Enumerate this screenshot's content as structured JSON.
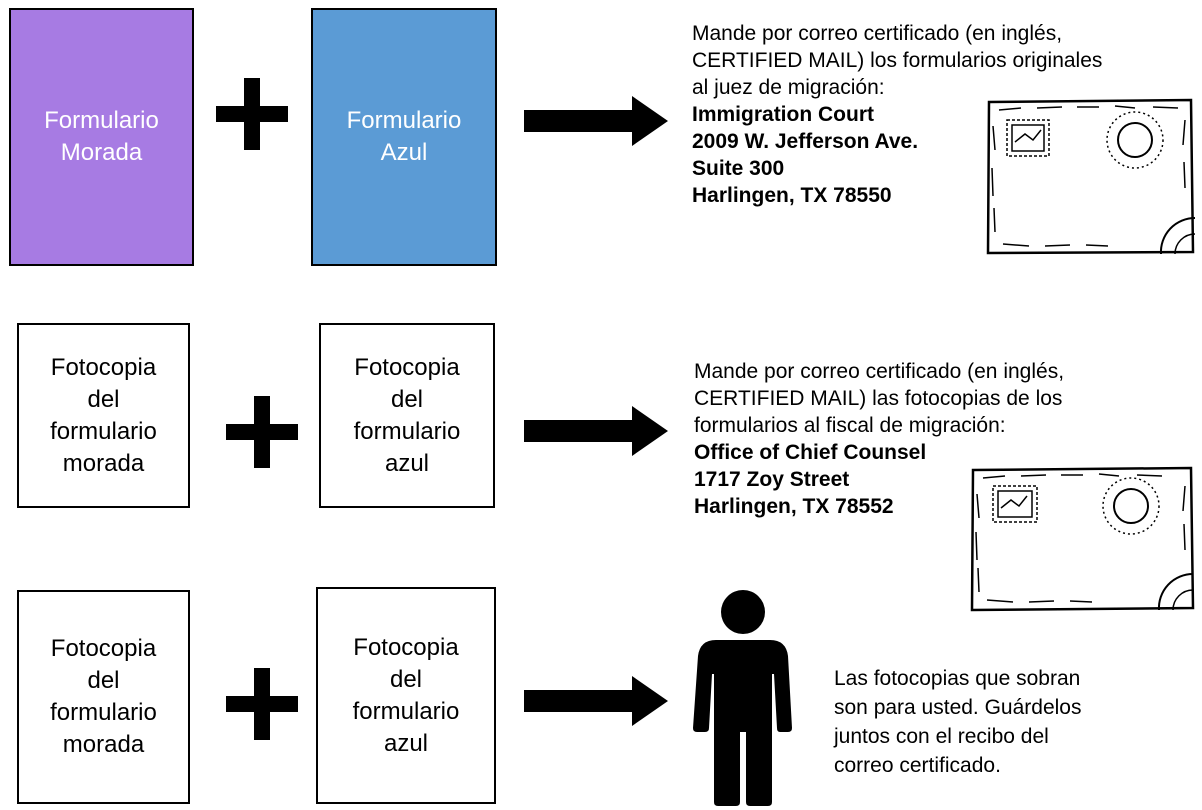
{
  "colors": {
    "purple": "#A77BE3",
    "blue": "#5B9BD5"
  },
  "row1": {
    "box_purple": "Formulario\nMorada",
    "box_blue": "Formulario\nAzul",
    "instr": [
      "Mande por correo certificado (en inglés,",
      "CERTIFIED MAIL) los formularios originales",
      "al juez de migración:"
    ],
    "address": [
      "Immigration Court",
      "2009 W. Jefferson Ave.",
      "Suite 300",
      "Harlingen, TX 78550"
    ]
  },
  "row2": {
    "box_left": "Fotocopia\ndel\nformulario\nmorada",
    "box_right": "Fotocopia\ndel\nformulario\nazul",
    "instr": [
      "Mande por correo certificado (en inglés,",
      "CERTIFIED MAIL) las fotocopias de los",
      "formularios al fiscal de migración:"
    ],
    "address": [
      "Office of Chief Counsel",
      "1717 Zoy Street",
      "Harlingen, TX 78552"
    ]
  },
  "row3": {
    "box_left": "Fotocopia\ndel\nformulario\nmorada",
    "box_right": "Fotocopia\ndel\nformulario\nazul",
    "note": [
      "Las fotocopias que sobran",
      "son para usted. Guárdelos",
      "juntos con el recibo del",
      "correo certificado."
    ]
  },
  "icons": [
    "plus-icon",
    "arrow-right-icon",
    "envelope-icon",
    "person-icon"
  ]
}
